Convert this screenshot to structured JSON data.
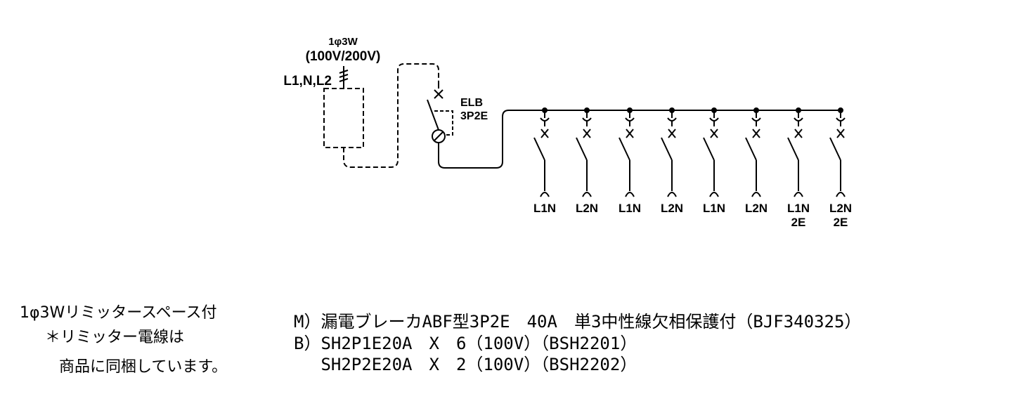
{
  "supply": {
    "phase": "1φ3W",
    "voltage": "(100V/200V)",
    "conductors": "L1,N,L2"
  },
  "main_breaker": {
    "type": "ELB",
    "poles": "3P2E"
  },
  "branches": [
    {
      "line": "L1N",
      "extra": ""
    },
    {
      "line": "L2N",
      "extra": ""
    },
    {
      "line": "L1N",
      "extra": ""
    },
    {
      "line": "L2N",
      "extra": ""
    },
    {
      "line": "L1N",
      "extra": ""
    },
    {
      "line": "L2N",
      "extra": ""
    },
    {
      "line": "L1N",
      "extra": "2E"
    },
    {
      "line": "L2N",
      "extra": "2E"
    }
  ],
  "notes": {
    "line1": "1φ3Wリミッタースペース付",
    "line2": "＊リミッター電線は",
    "line3": "商品に同梱しています。"
  },
  "specs": {
    "line1": "M）漏電ブレーカABF型3P2E　40A　単3中性線欠相保護付（BJF340325）",
    "line2": "B）SH2P1E20A　X　6（100V）（BSH2201）",
    "line3": "　 SH2P2E20A　X　2（100V）（BSH2202）"
  }
}
